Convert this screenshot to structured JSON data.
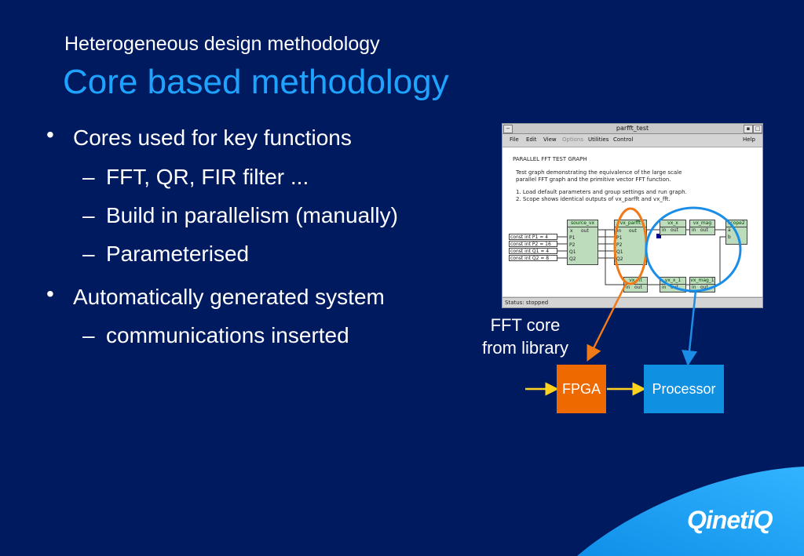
{
  "slide": {
    "kicker": "Heterogeneous design methodology",
    "title": "Core based methodology",
    "bullets": [
      {
        "text": "Cores used for key functions",
        "subs": [
          "FFT, QR, FIR filter ...",
          "Build in parallelism (manually)",
          "Parameterised"
        ]
      },
      {
        "text": "Automatically generated system",
        "subs": [
          "communications inserted"
        ]
      }
    ],
    "bullet_glyph": "•",
    "sub_glyph": "–",
    "fft_label_line1": "FFT core",
    "fft_label_line2": "from library",
    "fpga_label": "FPGA",
    "processor_label": "Processor",
    "logo": "QinetiQ",
    "colors": {
      "background": "#001a60",
      "title": "#1ea4ff",
      "fpga": "#ee6a00",
      "processor": "#1090e0",
      "arrow_in": "#ffd21e",
      "orange_mark": "#f07a18",
      "blue_mark": "#1a8ee6"
    }
  },
  "window": {
    "title": "parfft_test",
    "menu": [
      "File",
      "Edit",
      "View",
      "Options",
      "Utilities",
      "Control"
    ],
    "help": "Help",
    "graph_title": "PARALLEL FFT TEST GRAPH",
    "desc_line1": "Test graph demonstrating the equivalence of the large scale",
    "desc_line2": "parallel FFT graph and the primitive vector FFT function.",
    "step1": "1. Load default parameters and group settings and run graph.",
    "step2": "2. Scope shows identical outputs of vx_parfft and vx_fft.",
    "status": "Status: stopped",
    "consts": [
      "const int P1 = 4",
      "const int P2 = 16",
      "const int Q1 = 4",
      "const int Q2 = 8"
    ],
    "blocks": {
      "source": {
        "name": "source_vx",
        "ports": [
          "x",
          "out",
          "P1",
          "P2",
          "Q1",
          "Q2"
        ]
      },
      "parfft": {
        "name": "vx_parfft",
        "ports": [
          "in",
          "out",
          "P1",
          "P2",
          "Q1",
          "Q2"
        ]
      },
      "vxx": {
        "name": "vx_x",
        "ports": [
          "in",
          "out"
        ]
      },
      "vxmag": {
        "name": "vx_mag",
        "ports": [
          "in",
          "out"
        ]
      },
      "scope": {
        "name": "scope2",
        "ports": [
          "a",
          "b"
        ]
      },
      "vxfft": {
        "name": "vx_fft",
        "ports": [
          "in",
          "out"
        ]
      },
      "vxx1": {
        "name": "vx_x_1",
        "ports": [
          "in",
          "out"
        ]
      },
      "vxmag1": {
        "name": "vx_mag_1",
        "ports": [
          "in",
          "out"
        ]
      }
    }
  }
}
